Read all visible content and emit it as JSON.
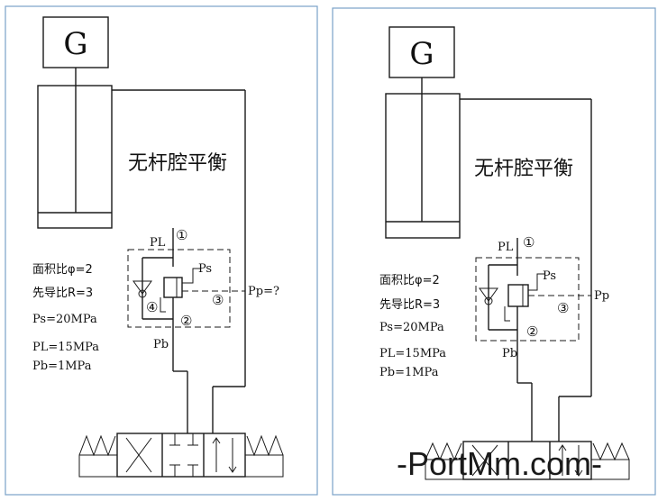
{
  "left": {
    "gen": "G",
    "title": "无杆腔平衡",
    "pl": "PL",
    "pb": "Pb",
    "ps": "Ps",
    "pp": "Pp=?",
    "n1": "①",
    "n2": "②",
    "n3": "③",
    "n4": "④",
    "p1": "面积比φ=2",
    "p2": "先导比R=3",
    "p3": "Ps=20MPa",
    "p4": "PL=15MPa",
    "p5": "Pb=1MPa"
  },
  "right": {
    "gen": "G",
    "title": "无杆腔平衡",
    "pl": "PL",
    "pb": "Pb",
    "ps": "Ps",
    "pp": "Pp",
    "n1": "①",
    "n2": "②",
    "n3": "③",
    "p1": "面积比φ=2",
    "p2": "先导比R=3",
    "p3": "Ps=20MPa",
    "p4": "PL=15MPa",
    "p5": "Pb=1MPa"
  },
  "watermark": "-PortMm.com-",
  "colors": {
    "frame": "#7aa2c8",
    "line": "#1a1a1a"
  }
}
